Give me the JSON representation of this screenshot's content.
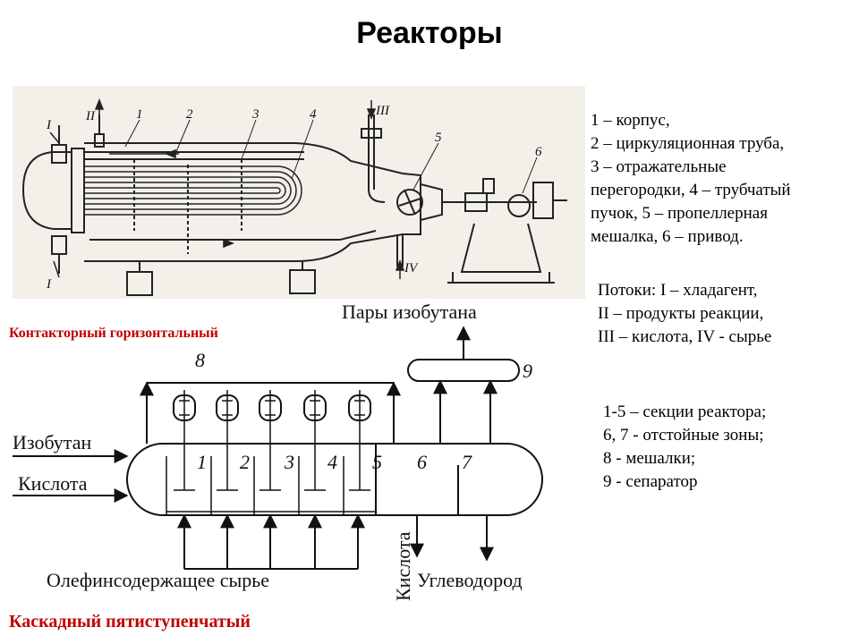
{
  "title": "Реакторы",
  "legend_top": "1 – корпус,\n2 – циркуляционная труба,\n3 – отражательные\nперегородки, 4 – трубчатый\nпучок, 5 – пропеллерная\nмешалка, 6 – привод.",
  "legend_flows": "Потоки: I – хладагент,\nII – продукты реакции,\nIII – кислота, IV - сырье",
  "legend_bottom": "1-5 – секции реактора;\n6, 7 - отстойные зоны;\n8 - мешалки;\n9 - сепаратор",
  "caption_top": "Контакторный горизонтальный",
  "caption_bottom": "Каскадный пятиступенчатый",
  "top_diagram": {
    "flow_I": "I",
    "flow_II": "II",
    "flow_III": "III",
    "flow_IV": "IV",
    "callouts": [
      "1",
      "2",
      "3",
      "4",
      "5",
      "6"
    ]
  },
  "bottom_diagram": {
    "vapor_label": "Пары изобутана",
    "separator_num": "9",
    "mixer_num": "8",
    "isobutane_in": "Изобутан",
    "acid_in": "Кислота",
    "feed_label": "Олефинсодержащее сырье",
    "acid_out": "Кислота",
    "hydrocarbon_out": "Углеводород",
    "sections": [
      "1",
      "2",
      "3",
      "4",
      "5",
      "6",
      "7"
    ]
  }
}
